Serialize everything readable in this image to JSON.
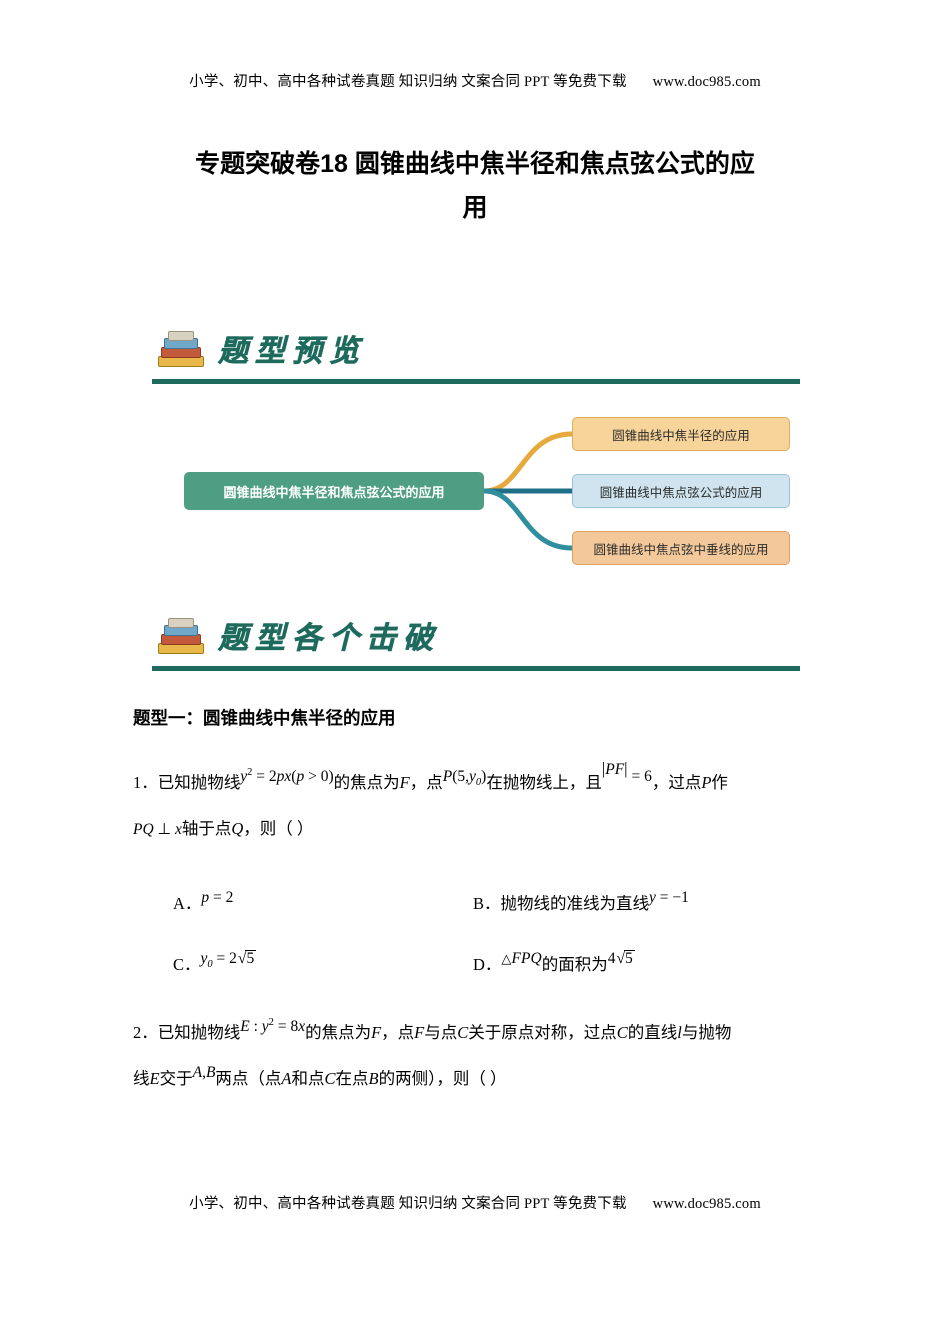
{
  "header": {
    "text_left": "小学、初中、高中各种试卷真题  知识归纳  文案合同  PPT 等免费下载",
    "site": "www.doc985.com"
  },
  "footer": {
    "text_left": "小学、初中、高中各种试卷真题  知识归纳  文案合同  PPT 等免费下载",
    "site": "www.doc985.com"
  },
  "title": {
    "line1": "专题突破卷18  圆锥曲线中焦半径和焦点弦公式的应",
    "line2": "用"
  },
  "banners": {
    "overview": "题型预览",
    "breakdown": "题型各个击破"
  },
  "mindmap": {
    "root": "圆锥曲线中焦半径和焦点弦公式的应用",
    "leaves": [
      "圆锥曲线中焦半径的应用",
      "圆锥曲线中焦点弦公式的应用",
      "圆锥曲线中焦点弦中垂线的应用"
    ],
    "colors": {
      "root_bg": "#4e9e83",
      "leaf1_bg": "#f7d49a",
      "leaf2_bg": "#cfe4ef",
      "leaf3_bg": "#f3c99b",
      "edge1": "#e5a93c",
      "edge2": "#1f6f88",
      "edge3": "#2f8f9e",
      "banner_rule": "#1e6b5e",
      "banner_text": "#1e6b5e"
    }
  },
  "question_type_heading": "题型一：圆锥曲线中焦半径的应用",
  "questions": [
    {
      "number": "1．",
      "segments": [
        "已知抛物线",
        "的焦点为",
        "，点",
        "在抛物线上，且",
        "，过点",
        "作"
      ],
      "line2_pre": "轴于点",
      "line2_post": "，则（    ）",
      "options": [
        {
          "label": "A．",
          "text": "p = 2"
        },
        {
          "label": "B．",
          "text": "抛物线的准线为直线 y = -1"
        },
        {
          "label": "C．",
          "text": "y0 = 2√5"
        },
        {
          "label": "D．",
          "text": "△FPQ 的面积为 4√5"
        }
      ]
    },
    {
      "number": "2．",
      "segments": [
        "已知抛物线",
        "的焦点为",
        "，点",
        "与点",
        "关于原点对称，过点",
        "的直线",
        "与抛物"
      ],
      "line2_pre": "线",
      "line2_mid": "交于",
      "line2_post": "两点（点",
      "line2_post2": "和点",
      "line2_post3": "在点",
      "line2_post4": "的两侧），则（    ）"
    }
  ],
  "formulas": {
    "q1_parabola": "y² = 2px(p > 0)",
    "q1_focus": "F",
    "q1_point": "P(5, y0)",
    "q1_abs": "|PF| = 6",
    "q1_P": "P",
    "q1_perp": "PQ ⊥ x",
    "q1_Q": "Q",
    "q2_parabola": "E : y² = 8x",
    "q2_F": "F",
    "q2_C": "C",
    "q2_line": "l",
    "q2_E": "E",
    "q2_AB": "A, B",
    "q2_A": "A",
    "q2_B": "B"
  }
}
